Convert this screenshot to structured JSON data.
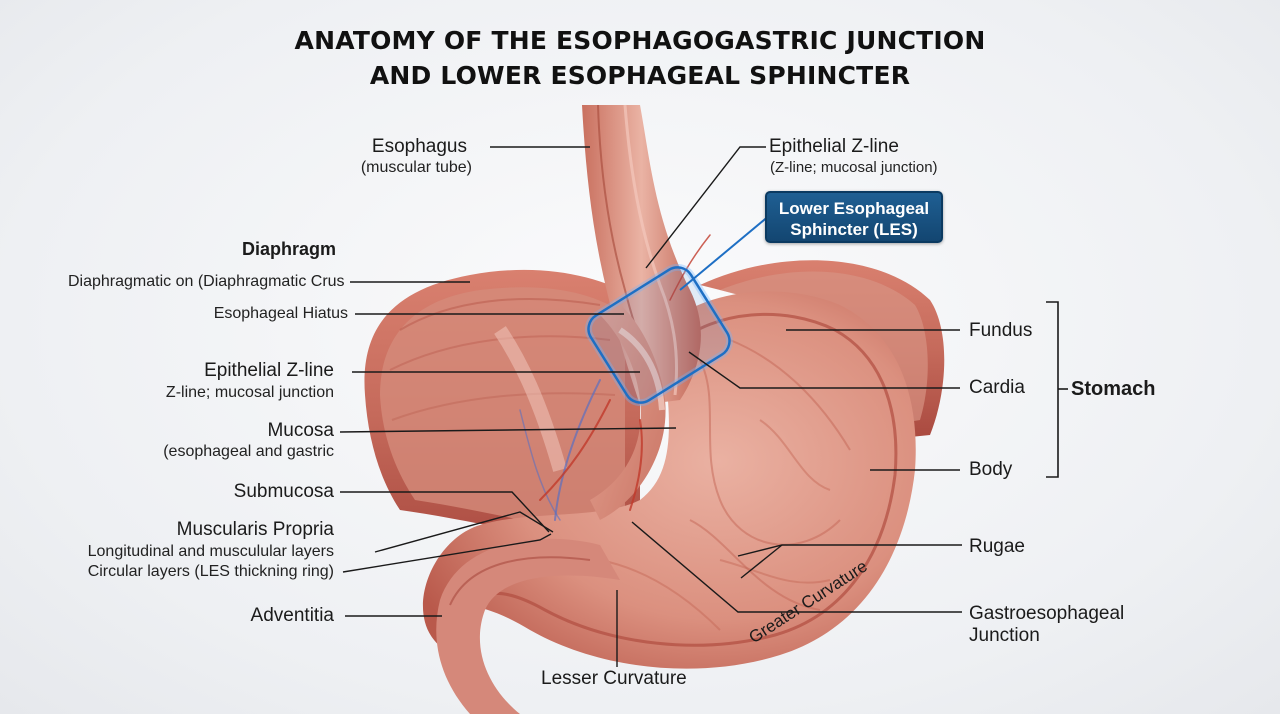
{
  "title": {
    "line1": "ANATOMY OF THE ESOPHAGOGASTRIC JUNCTION",
    "line2": "AND LOWER ESOPHAGEAL SPHINCTER"
  },
  "labels_left": {
    "esophagus": "Esophagus",
    "esophagus_sub": "(muscular tube)",
    "diaphragm": "Diaphragm",
    "diaphragmatic_crus": "Diaphragmatic on (Diaphragmatic Crus",
    "esophageal_hiatus": "Esophageal Hiatus",
    "zline": "Epithelial Z-line",
    "zline_sub": "Z-line; mucosal junction",
    "mucosa": "Mucosa",
    "mucosa_sub": "(esophageal and gastric",
    "submucosa": "Submucosa",
    "muscularis": "Muscularis Propria",
    "muscularis_sub1": "Longitudinal and musculular layers",
    "muscularis_sub2": "Circular layers (LES thickning ring)",
    "adventitia": "Adventitia"
  },
  "labels_top": {
    "zline": "Epithelial Z-line",
    "zline_sub": "(Z-line; mucosal junction)",
    "les_line1": "Lower Esophageal",
    "les_line2": "Sphincter (LES)"
  },
  "labels_right": {
    "fundus": "Fundus",
    "cardia": "Cardia",
    "body": "Body",
    "stomach": "Stomach",
    "rugae": "Rugae",
    "gej_line1": "Gastroesophageal",
    "gej_line2": "Junction"
  },
  "labels_bottom": {
    "lesser_curvature": "Lesser Curvature",
    "greater_curvature": "Greater Curvature"
  },
  "colors": {
    "tissue_light": "#e9a99a",
    "tissue_mid": "#d27a68",
    "tissue_dark": "#a8473c",
    "les_box": "#1a5586",
    "les_glow": "#2f7fd0",
    "leader": "#1a1a1a"
  }
}
